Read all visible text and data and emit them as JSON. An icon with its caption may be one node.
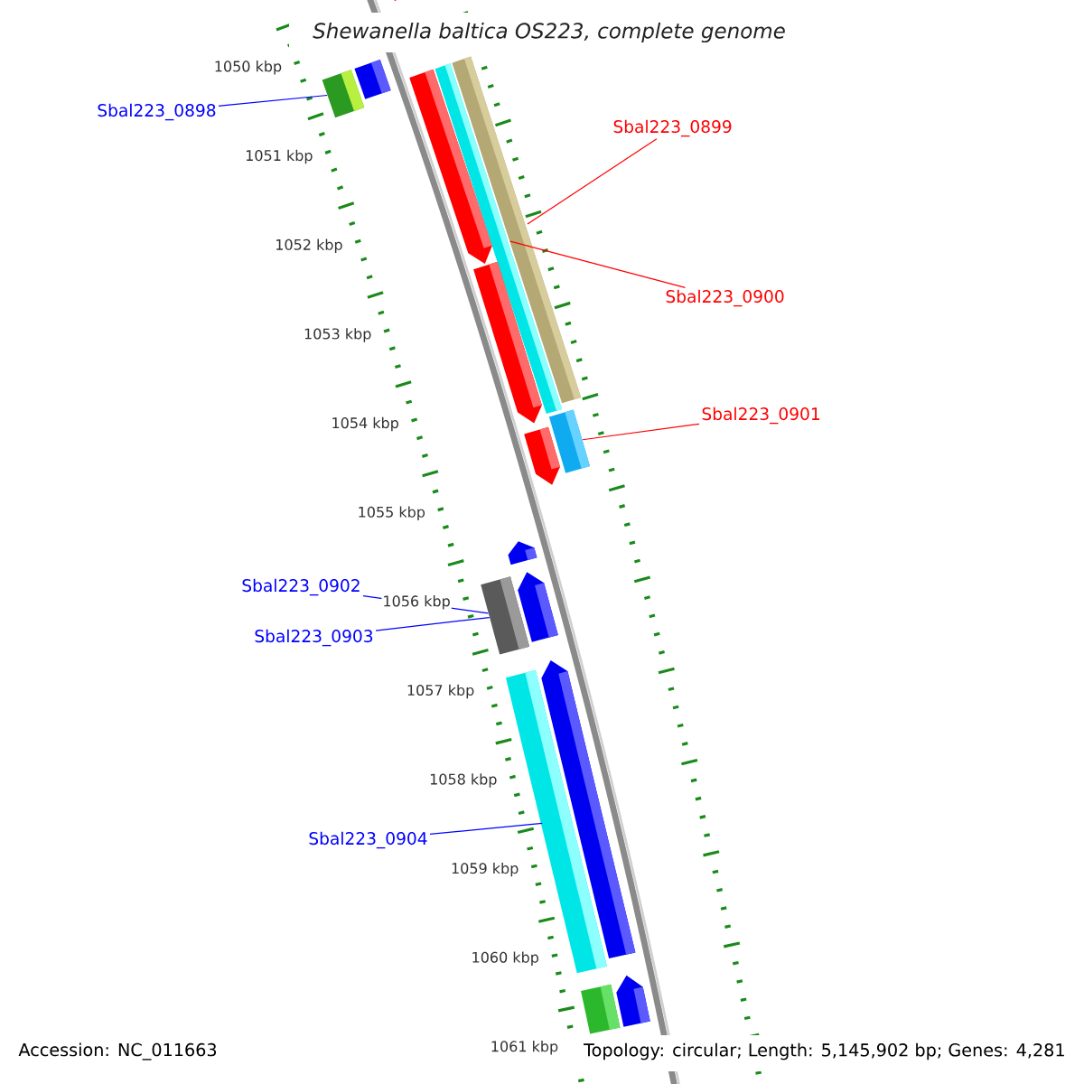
{
  "diagram": {
    "title": "Shewanella baltica OS223, complete genome",
    "nodes": [
      {
        "text": [
          "Sbal223_0898"
        ]
      },
      {
        "text": [
          "Sbal223_0899"
        ]
      },
      {
        "text": [
          "Sbal223_0900"
        ]
      },
      {
        "text": [
          "Sbal223_0901"
        ]
      },
      {
        "text": [
          "Sbal223_0902"
        ]
      },
      {
        "text": [
          "Sbal223_0903"
        ]
      },
      {
        "text": [
          "Sbal223_0904"
        ]
      },
      {
        "text": [],
        "shape": "bar"
      },
      {
        "text": [],
        "shape": "bar"
      },
      {
        "text": [],
        "shape": "bar"
      },
      {
        "text": [],
        "shape": "bar"
      },
      {
        "text": [],
        "shape": "bar"
      },
      {
        "text": [],
        "shape": "bar"
      },
      {
        "text": [],
        "shape": "bar"
      },
      {
        "text": [],
        "shape": "bar"
      },
      {
        "text": [],
        "shape": "bar"
      },
      {
        "text": [],
        "shape": "bar"
      },
      {
        "text": [],
        "shape": "bar"
      },
      {
        "text": [],
        "shape": "bar"
      },
      {
        "text": [],
        "shape": "bar"
      },
      {
        "text": [],
        "shape": "bar"
      },
      {
        "text": [],
        "shape": "bar"
      },
      {
        "text": [],
        "shape": "bar"
      }
    ],
    "edges": [
      {
        "from": 0,
        "to": 8,
        "arrow": "none"
      },
      {
        "from": 1,
        "to": 12,
        "arrow": "none",
        "color": "#ff0000"
      },
      {
        "from": 2,
        "to": 11,
        "arrow": "none",
        "color": "#ff0000"
      },
      {
        "from": 3,
        "to": 15,
        "arrow": "none",
        "color": "#ff0000"
      },
      {
        "from": 4,
        "to": 17,
        "arrow": "none"
      },
      {
        "from": 5,
        "to": 17,
        "arrow": "none"
      },
      {
        "from": 6,
        "to": 19,
        "arrow": "none"
      }
    ],
    "labels": [
      "1050 kbp",
      "1051 kbp",
      "1052 kbp",
      "1053 kbp",
      "1054 kbp",
      "1055 kbp",
      "1056 kbp",
      "1057 kbp",
      "1058 kbp",
      "1059 kbp",
      "1060 kbp",
      "1061 kbp",
      "Accession: NC_011663",
      "Topology: circular; Length: 5,145,902 bp; Genes: 4,281"
    ]
  }
}
